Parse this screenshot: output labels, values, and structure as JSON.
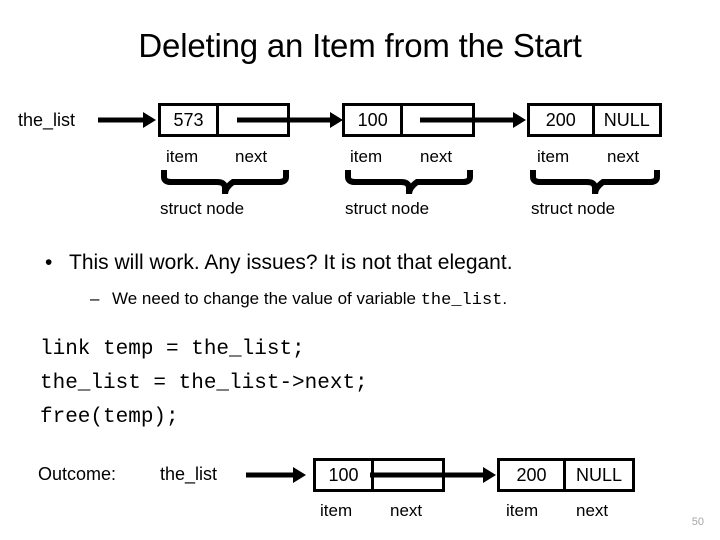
{
  "slide": {
    "title": "Deleting an Item from the Start",
    "number": "50"
  },
  "diagram_top": {
    "pointer_label": "the_list",
    "nodes": [
      {
        "item": "573",
        "next": "",
        "field_item": "item",
        "field_next": "next",
        "caption": "struct node"
      },
      {
        "item": "100",
        "next": "",
        "field_item": "item",
        "field_next": "next",
        "caption": "struct node"
      },
      {
        "item": "200",
        "next": "NULL",
        "field_item": "item",
        "field_next": "next",
        "caption": "struct node"
      }
    ]
  },
  "bullets": {
    "primary": "This will work. Any issues? It is not that elegant.",
    "primary_marker": "•",
    "sub_marker": "–",
    "sub_prefix": "We need to change the value of variable ",
    "sub_code": "the_list",
    "sub_suffix": "."
  },
  "code": {
    "lines": [
      "link temp = the_list;",
      "the_list = the_list->next;",
      "free(temp);"
    ]
  },
  "outcome": {
    "label": "Outcome:",
    "pointer_label": "the_list",
    "nodes": [
      {
        "item": "100",
        "next": "",
        "field_item": "item",
        "field_next": "next"
      },
      {
        "item": "200",
        "next": "NULL",
        "field_item": "item",
        "field_next": "next"
      }
    ]
  },
  "colors": {
    "ink": "#000000",
    "background": "#ffffff",
    "slide_number": "#a6a6a6"
  }
}
